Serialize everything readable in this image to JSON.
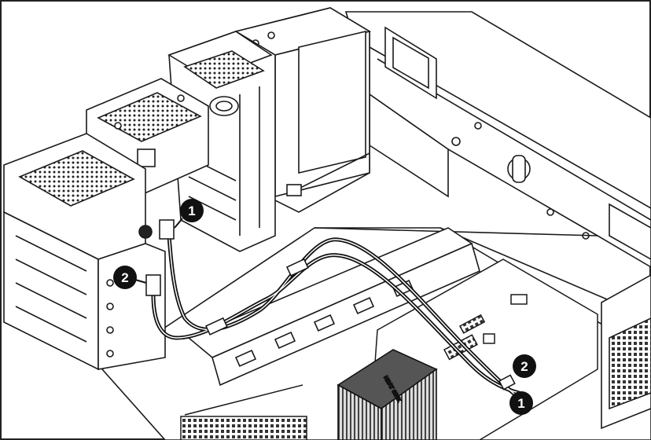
{
  "diagram": {
    "line_color": "#1a1a1a",
    "background_color": "#ffffff",
    "cable_color": "#111111",
    "callouts": [
      {
        "id": "drive-end-1",
        "label": "1"
      },
      {
        "id": "drive-end-2",
        "label": "2"
      },
      {
        "id": "board-end-2",
        "label": "2"
      },
      {
        "id": "board-end-1",
        "label": "1"
      }
    ],
    "heatsink_label": "HEAT SINK"
  }
}
